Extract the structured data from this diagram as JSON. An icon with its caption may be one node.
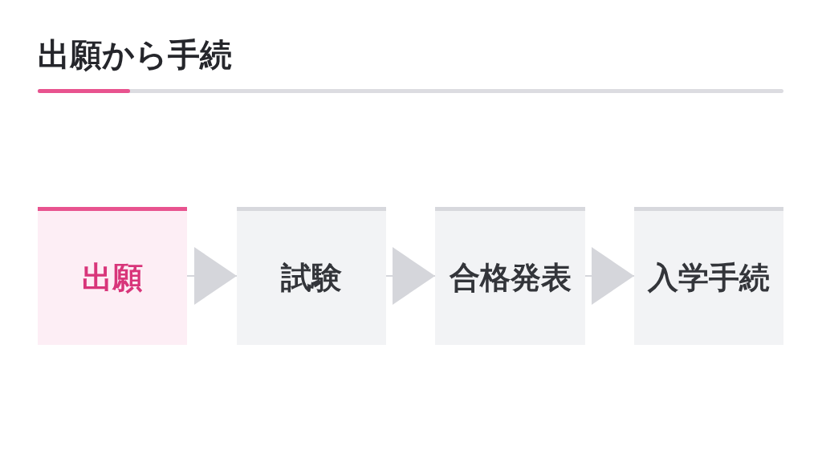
{
  "diagram": {
    "title": "出願から手続",
    "nodes": [
      {
        "text": [
          "出願"
        ]
      },
      {
        "text": [
          "試験"
        ]
      },
      {
        "text": [
          "合格発表"
        ]
      },
      {
        "text": [
          "入学手続"
        ]
      }
    ],
    "edges": [
      {
        "from": 0,
        "to": 1,
        "arrow": "to"
      },
      {
        "from": 1,
        "to": 2,
        "arrow": "to"
      },
      {
        "from": 2,
        "to": 3,
        "arrow": "to"
      }
    ]
  }
}
